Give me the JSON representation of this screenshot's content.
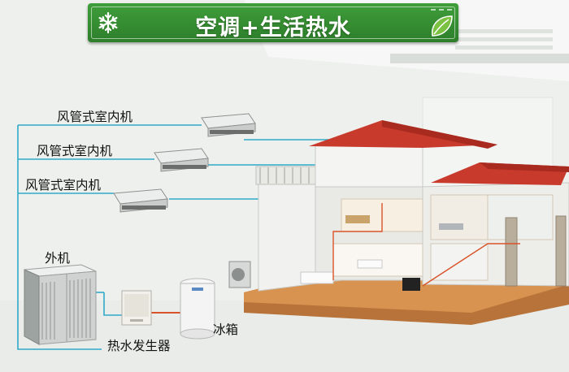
{
  "header": {
    "title": "空调+生活热水"
  },
  "labels": {
    "indoor_unit_1": "风管式室内机",
    "indoor_unit_2": "风管式室内机",
    "indoor_unit_3": "风管式室内机",
    "outdoor_unit": "外机",
    "water_heater": "热水发生器",
    "water_tank": "冰箱"
  },
  "icons": {
    "header_left": "snowflake-icon",
    "header_right": "leaf-icon"
  },
  "colors": {
    "banner": "#2f8a2b",
    "pipe": "#2fa9c9",
    "roof": "#c83a2c",
    "floor": "#d28a42"
  }
}
